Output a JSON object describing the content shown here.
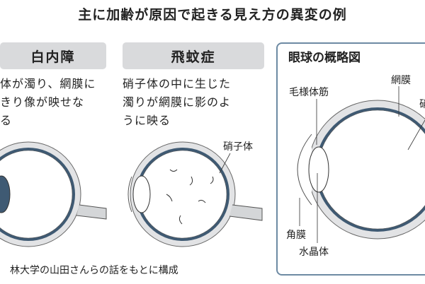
{
  "title": "主に加齢が原因で起きる見え方の異変の例",
  "panels": [
    {
      "header": "白内障",
      "body": "体が濁り、網膜に\nきり像が映せな\nる"
    },
    {
      "header": "飛蚊症",
      "body": "硝子体の中に生じた\n濁りが網膜に影のよ\nうに映る",
      "label": "硝子体"
    }
  ],
  "diagram": {
    "title": "眼球の概略図",
    "labels": {
      "ciliary": "毛様体筋",
      "retina": "網膜",
      "vitreous": "硝",
      "cornea": "角膜",
      "lens": "水晶体"
    }
  },
  "footer": "林大学の山田さんらの話をもとに構成",
  "colors": {
    "retina": "#3f5a73",
    "sclera": "#d4d6d8",
    "header_bg": "#d9dadc",
    "box_border": "#6d8aa3"
  }
}
